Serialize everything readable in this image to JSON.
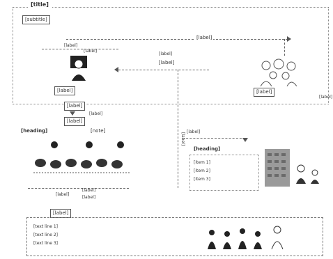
{
  "header": {
    "title": "[title]",
    "subtitle": "[subtitle]"
  },
  "top": {
    "arrow_top_label": "[label]",
    "arrow_label_left": "[label]",
    "arrow_label_mid": "[label]",
    "mid_label": "[label]",
    "mid_box": "[label]",
    "coordinator_label": "[label]",
    "right_group_label": "[label]",
    "corner_label": "[label]"
  },
  "center": {
    "down_box1": "[label]",
    "down_box2": "[label]",
    "side_note": "[label]",
    "vertical_label": "[label]"
  },
  "left": {
    "title": "[heading]",
    "right_note": "[note]",
    "bottom_left": "[label]",
    "bottom_right": "[label]",
    "extra": "[label]"
  },
  "right": {
    "arrow_label": "[label]",
    "box_title": "[heading]",
    "lines": [
      "[item 1]",
      "[item 2]",
      "[item 3]"
    ]
  },
  "bottom": {
    "box_label": "[label]",
    "line1": "[text line 1]",
    "line2": "[text line 2]",
    "line3": "[text line 3]"
  },
  "colors": {
    "line": "#666666",
    "figure_dark": "#222222",
    "figure_light": "#bbbbbb"
  }
}
